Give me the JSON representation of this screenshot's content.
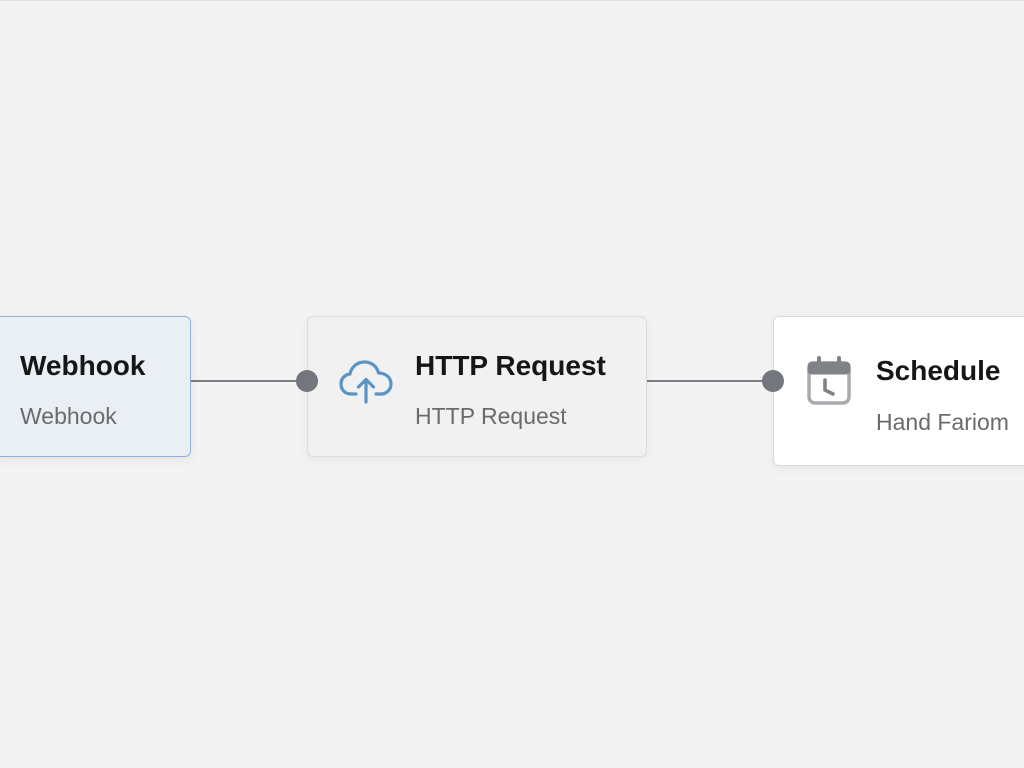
{
  "workflow": {
    "nodes": [
      {
        "title": "Webhook",
        "subtitle": "Webhook",
        "icon": "webhook-node",
        "selected": true
      },
      {
        "title": "HTTP Request",
        "subtitle": "HTTP Request",
        "icon": "cloud-upload-icon"
      },
      {
        "title": "Schedule",
        "subtitle": "Hand Fariom",
        "icon": "calendar-clock-icon"
      }
    ],
    "connections": [
      {
        "from": "Webhook",
        "to": "HTTP Request"
      },
      {
        "from": "HTTP Request",
        "to": "Schedule"
      }
    ]
  },
  "colors": {
    "canvas_background": "#f3f3f3",
    "selected_node_border": "#8fb0da",
    "selected_node_fill": "#eaeff6",
    "http_icon": "#5a93c6",
    "schedule_icon": "#8a8c90",
    "connector": "#7a7d83"
  }
}
